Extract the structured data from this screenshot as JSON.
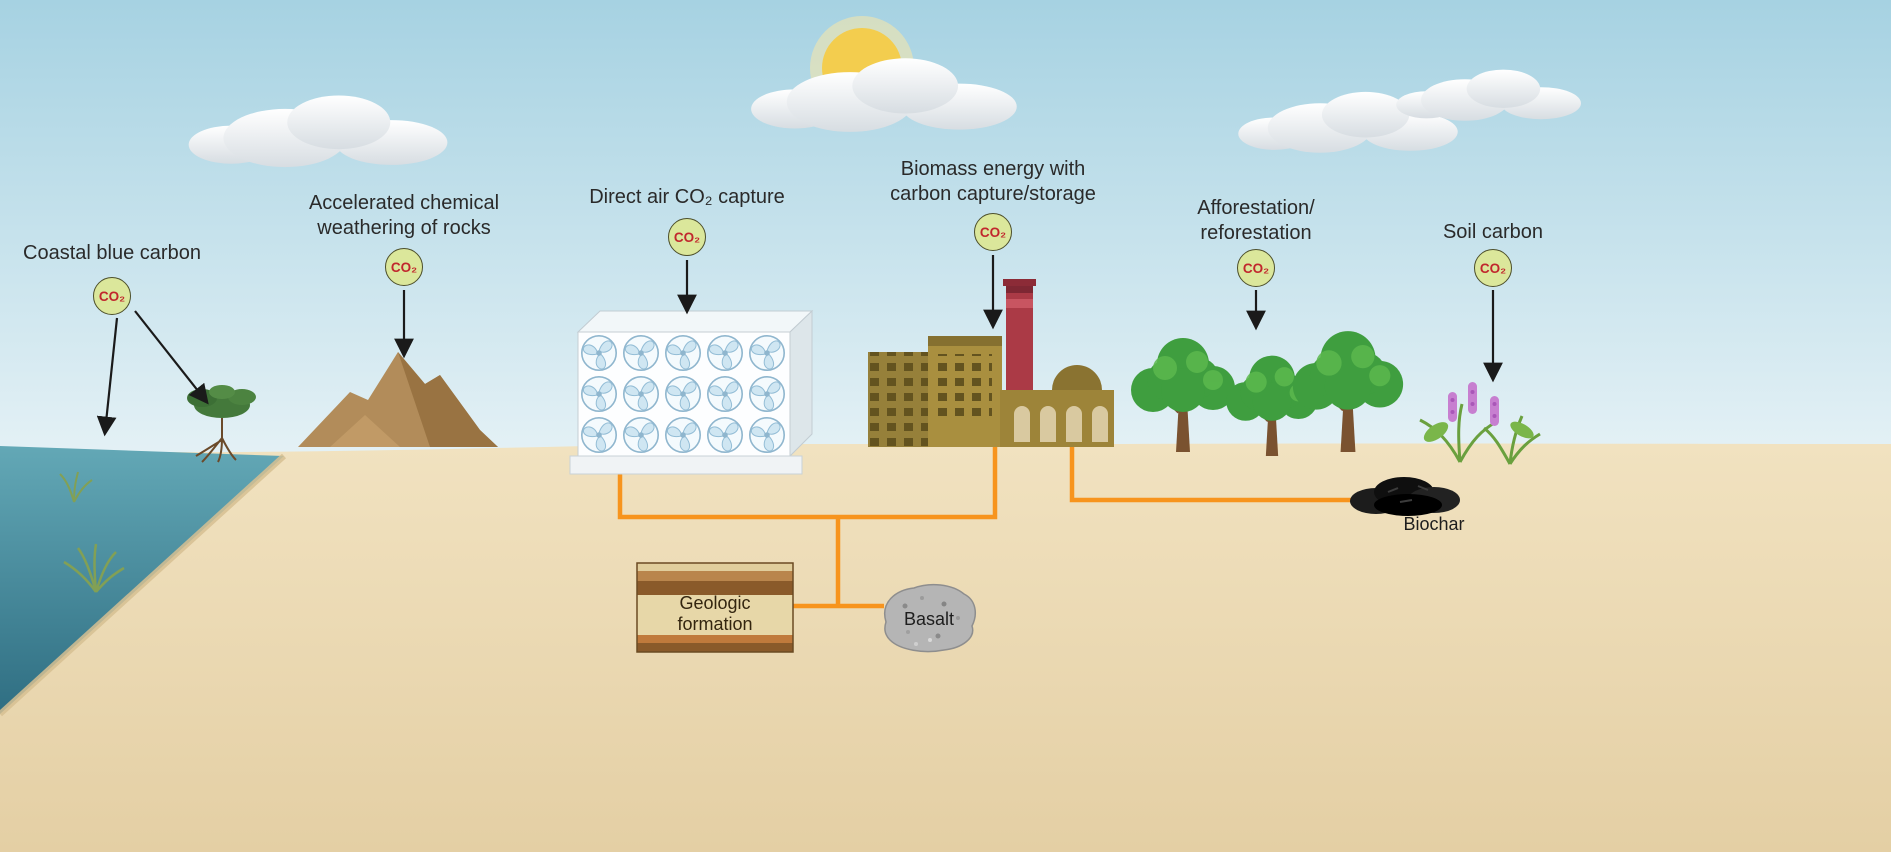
{
  "badge": {
    "text": "CO₂"
  },
  "methods": [
    {
      "name": "coastal-blue-carbon",
      "lines": [
        "Coastal blue carbon"
      ]
    },
    {
      "name": "chemical-weathering",
      "lines": [
        "Accelerated chemical",
        "weathering of rocks"
      ]
    },
    {
      "name": "direct-air-capture",
      "lines": [
        "Direct air CO₂ capture"
      ]
    },
    {
      "name": "biomass-energy-ccs",
      "lines": [
        "Biomass energy with",
        "carbon capture/storage"
      ]
    },
    {
      "name": "afforestation-reforestation",
      "lines": [
        "Afforestation/",
        "reforestation"
      ]
    },
    {
      "name": "soil-carbon",
      "lines": [
        "Soil carbon"
      ]
    }
  ],
  "features": {
    "geologic_formation": {
      "lines": [
        "Geologic",
        "formation"
      ]
    },
    "basalt": {
      "label": "Basalt"
    },
    "biochar": {
      "label": "Biochar"
    }
  },
  "colors": {
    "sky_top": "#a6d2e2",
    "sky_bottom": "#e6f2f6",
    "sand": "#ecd9b4",
    "water": "#4f96a8",
    "pipe": "#f7941d",
    "badge_fill": "#dbe79b",
    "badge_border": "#4d4f2a",
    "badge_text": "#c1272d",
    "arrow": "#1a1a1a"
  }
}
